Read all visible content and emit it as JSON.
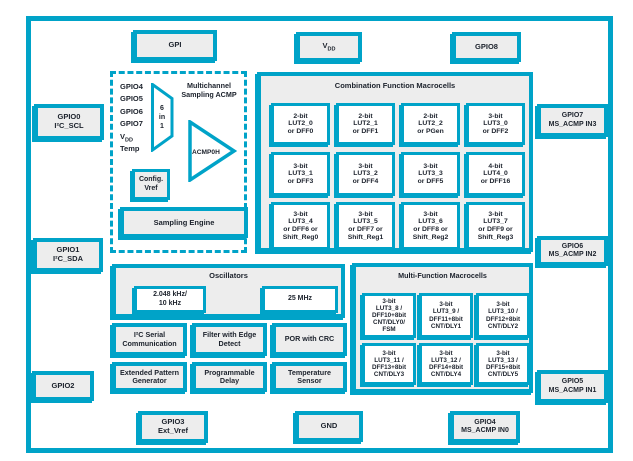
{
  "colors": {
    "teal": "#00a3c8",
    "block_fill": "#ededed",
    "text": "#1c222c",
    "white": "#ffffff"
  },
  "pins": {
    "gpi": "GPI",
    "vdd_main": "V",
    "vdd_sub": "DD",
    "gpio8": "GPIO8",
    "gpio0": "GPIO0\nI²C_SCL",
    "gpio1": "GPIO1\nI²C_SDA",
    "gpio2": "GPIO2",
    "gpio7": "GPIO7\nMS_ACMP IN3",
    "gpio6": "GPIO6\nMS_ACMP IN2",
    "gpio5": "GPIO5\nMS_ACMP IN1",
    "gpio3": "GPIO3\nExt_Vref",
    "gnd": "GND",
    "gpio4": "GPIO4\nMS_ACMP IN0"
  },
  "acmp": {
    "title": "Multichannel\nSampling ACMP",
    "inputs": [
      "GPIO4",
      "GPIO5",
      "GPIO6",
      "GPIO7"
    ],
    "vdd_main": "V",
    "vdd_sub": "DD",
    "temp": "Temp",
    "mux_lines": [
      "6",
      "in",
      "1"
    ],
    "comparator": "ACMP0H",
    "config": "Config.\nVref",
    "engine": "Sampling Engine"
  },
  "comb": {
    "title": "Combination Function Macrocells",
    "cells": [
      "2-bit\nLUT2_0\nor DFF0",
      "2-bit\nLUT2_1\nor DFF1",
      "2-bit\nLUT2_2\nor PGen",
      "3-bit\nLUT3_0\nor DFF2",
      "3-bit\nLUT3_1\nor DFF3",
      "3-bit\nLUT3_2\nor DFF4",
      "3-bit\nLUT3_3\nor DFF5",
      "4-bit\nLUT4_0\nor DFF16",
      "3-bit\nLUT3_4\nor DFF6 or\nShift_Reg0",
      "3-bit\nLUT3_5\nor DFF7 or\nShift_Reg1",
      "3-bit\nLUT3_6\nor DFF8 or\nShift_Reg2",
      "3-bit\nLUT3_7\nor DFF9 or\nShift_Reg3"
    ]
  },
  "osc": {
    "title": "Oscillators",
    "low": "2.048 kHz/\n10 kHz",
    "high": "25 MHz"
  },
  "mf": {
    "title": "Multi-Function Macrocells",
    "cells": [
      "3-bit\nLUT3_8 /\nDFF10+8bit\nCNT/DLY0/\nFSM",
      "3-bit\nLUT3_9 /\nDFF11+8bit\nCNT/DLY1",
      "3-bit\nLUT3_10 /\nDFF12+8bit\nCNT/DLY2",
      "3-bit\nLUT3_11 /\nDFF13+8bit\nCNT/DLY3",
      "3-bit\nLUT3_12 /\nDFF14+8bit\nCNT/DLY4",
      "3-bit\nLUT3_13 /\nDFF15+8bit\nCNT/DLY5"
    ]
  },
  "misc": {
    "cells": [
      "I²C Serial\nCommunication",
      "Filter with Edge\nDetect",
      "POR with CRC",
      "Extended Pattern\nGenerator",
      "Programmable\nDelay",
      "Temperature\nSensor"
    ]
  }
}
